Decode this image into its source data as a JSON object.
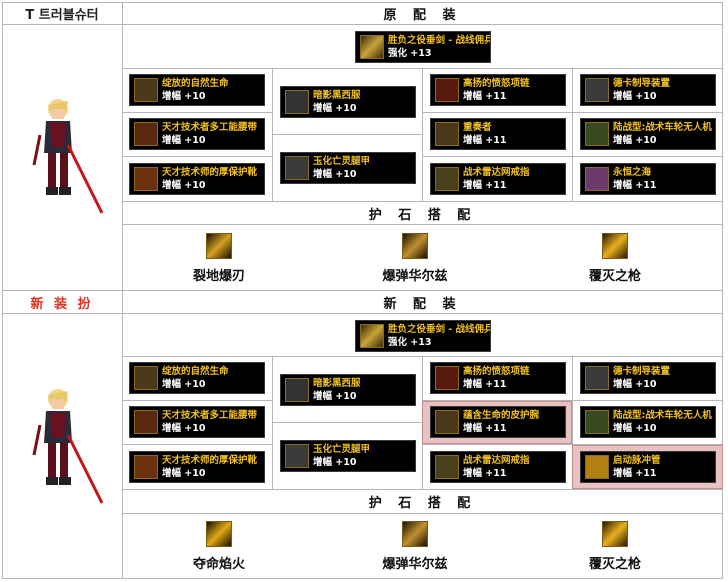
{
  "colors": {
    "highlight": "#e8c2c2",
    "new_outfit_label": "#e03020",
    "item_name": "#f0c020"
  },
  "sections": [
    {
      "left_label": "T 트러블슈터",
      "header": "原 配 装",
      "weapon": {
        "name": "胜负之役垂剑 - 战线佣兵",
        "stat": "强化 +13",
        "icon": "sword-icon"
      },
      "columns": [
        [
          {
            "name": "绽放的自然生命",
            "stat": "增幅 +10",
            "icon": "armor-top-icon"
          },
          {
            "name": "天才技术者多工能腰带",
            "stat": "增幅 +10",
            "icon": "belt-icon"
          },
          {
            "name": "天才技术师的厚保护靴",
            "stat": "增幅 +10",
            "icon": "boots-icon"
          }
        ],
        [
          {
            "name": "暗影黑西服",
            "stat": "增幅 +10",
            "icon": "shoulder-icon"
          },
          {
            "name": "玉化亡灵腿甲",
            "stat": "增幅 +10",
            "icon": "pants-icon"
          }
        ],
        [
          {
            "name": "高扬的愤怒项链",
            "stat": "增幅 +11",
            "icon": "necklace-icon"
          },
          {
            "name": "重奏者",
            "stat": "增幅 +11",
            "icon": "bracelet-icon"
          },
          {
            "name": "战术雷达网戒指",
            "stat": "增幅 +11",
            "icon": "ring-icon"
          }
        ],
        [
          {
            "name": "德卡制导装置",
            "stat": "增幅 +10",
            "icon": "device-icon"
          },
          {
            "name": "陆战型:战术车轮无人机",
            "stat": "增幅 +10",
            "icon": "drone-icon"
          },
          {
            "name": "永恒之海",
            "stat": "增幅 +11",
            "icon": "earring-icon"
          }
        ]
      ],
      "talisman_header": "护 石 搭 配",
      "talismans": [
        {
          "name": "裂地爆刃",
          "icon": "talisman-blade-icon"
        },
        {
          "name": "爆弹华尔兹",
          "icon": "talisman-bomb-icon"
        },
        {
          "name": "覆灭之枪",
          "icon": "talisman-gun-icon"
        }
      ]
    },
    {
      "left_label": "新 装 扮",
      "header": "新 配 装",
      "weapon": {
        "name": "胜负之役垂剑 - 战线佣兵",
        "stat": "强化 +13",
        "icon": "sword-icon"
      },
      "columns": [
        [
          {
            "name": "绽放的自然生命",
            "stat": "增幅 +10",
            "icon": "armor-top-icon"
          },
          {
            "name": "天才技术者多工能腰带",
            "stat": "增幅 +10",
            "icon": "belt-icon"
          },
          {
            "name": "天才技术师的厚保护靴",
            "stat": "增幅 +10",
            "icon": "boots-icon"
          }
        ],
        [
          {
            "name": "暗影黑西服",
            "stat": "增幅 +10",
            "icon": "shoulder-icon"
          },
          {
            "name": "玉化亡灵腿甲",
            "stat": "增幅 +10",
            "icon": "pants-icon"
          }
        ],
        [
          {
            "name": "高扬的愤怒项链",
            "stat": "增幅 +11",
            "icon": "necklace-icon"
          },
          {
            "name": "蕴含生命的皮护腕",
            "stat": "增幅 +11",
            "icon": "bracelet-icon",
            "changed": true
          },
          {
            "name": "战术雷达网戒指",
            "stat": "增幅 +11",
            "icon": "ring-icon"
          }
        ],
        [
          {
            "name": "德卡制导装置",
            "stat": "增幅 +10",
            "icon": "device-icon"
          },
          {
            "name": "陆战型:战术车轮无人机",
            "stat": "增幅 +10",
            "icon": "drone-icon"
          },
          {
            "name": "启动脉冲管",
            "stat": "增幅 +11",
            "icon": "earring-icon",
            "changed": true
          }
        ]
      ],
      "talisman_header": "护 石 搭 配",
      "talismans": [
        {
          "name": "夺命焰火",
          "icon": "talisman-fire-icon"
        },
        {
          "name": "爆弹华尔兹",
          "icon": "talisman-bomb-icon"
        },
        {
          "name": "覆灭之枪",
          "icon": "talisman-gun-icon"
        }
      ]
    }
  ]
}
